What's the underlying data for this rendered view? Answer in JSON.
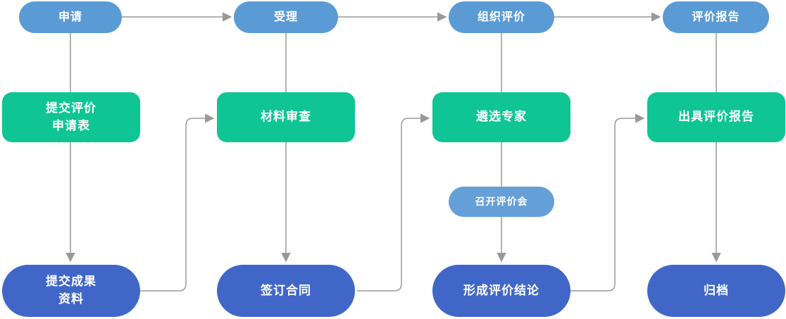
{
  "flowchart": {
    "stages": [
      {
        "label": "申请"
      },
      {
        "label": "受理"
      },
      {
        "label": "组织评价"
      },
      {
        "label": "评价报告"
      }
    ],
    "steps": [
      {
        "label": "提交评价\n申请表"
      },
      {
        "label": "材料审查"
      },
      {
        "label": "遴选专家"
      },
      {
        "label": "出具评价报告"
      }
    ],
    "sub_step": {
      "label": "召开评价会"
    },
    "outputs": [
      {
        "label": "提交成果\n资料"
      },
      {
        "label": "签订合同"
      },
      {
        "label": "形成评价结论"
      },
      {
        "label": "归档"
      }
    ],
    "edges": [
      {
        "from": "申请",
        "to": "受理"
      },
      {
        "from": "受理",
        "to": "组织评价"
      },
      {
        "from": "组织评价",
        "to": "评价报告"
      },
      {
        "from": "申请",
        "to": "提交评价申请表"
      },
      {
        "from": "提交评价申请表",
        "to": "提交成果资料"
      },
      {
        "from": "提交成果资料",
        "to": "材料审查"
      },
      {
        "from": "受理",
        "to": "材料审查"
      },
      {
        "from": "材料审查",
        "to": "签订合同"
      },
      {
        "from": "签订合同",
        "to": "遴选专家"
      },
      {
        "from": "组织评价",
        "to": "遴选专家"
      },
      {
        "from": "遴选专家",
        "to": "形成评价结论",
        "via": "召开评价会"
      },
      {
        "from": "形成评价结论",
        "to": "出具评价报告"
      },
      {
        "from": "评价报告",
        "to": "出具评价报告"
      },
      {
        "from": "出具评价报告",
        "to": "归档"
      }
    ],
    "colors": {
      "stage_pill": "#5b9bd5",
      "process_box": "#0ec593",
      "result_pill": "#4067c8",
      "sub_pill": "#64a0d7",
      "connector": "#999999",
      "text": "#ffffff"
    }
  }
}
